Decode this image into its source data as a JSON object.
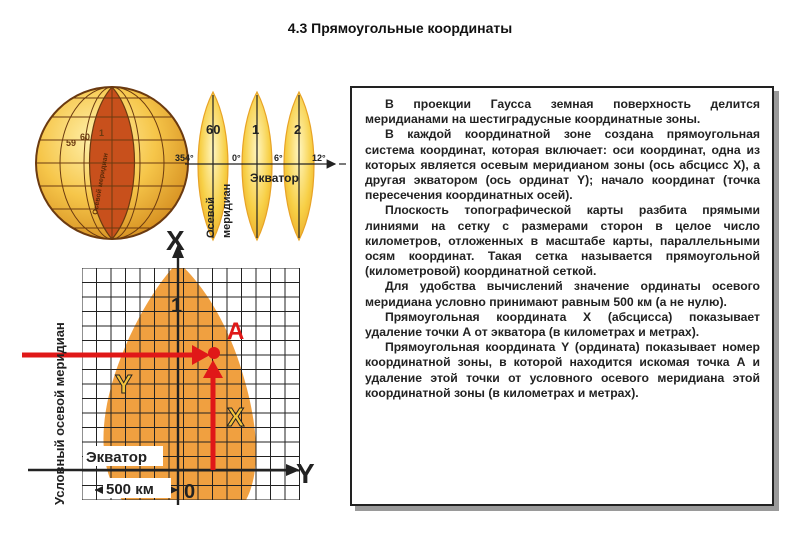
{
  "title": "4.3 Прямоугольные координаты",
  "globe": {
    "zone_numbers": [
      "59",
      "60",
      "1"
    ],
    "meridian_text": "Осевой меридиан"
  },
  "zones": {
    "numbers": [
      "60",
      "1",
      "2"
    ],
    "degrees": [
      "354°",
      "0°",
      "6°",
      "12°"
    ],
    "equator": "Экватор",
    "axial_meridian_line1": "Осевой",
    "axial_meridian_line2": "меридиан"
  },
  "grid": {
    "x_axis": "X",
    "y_axis": "Y",
    "point": "A",
    "one": "1",
    "zero": "0",
    "y_label": "Y",
    "x_label": "X",
    "equator": "Экватор",
    "offset": "500 км",
    "vertical_label": "Условный осевой меридиан"
  },
  "text_paragraphs": [
    "В проекции Гаусса земная поверхность делится меридианами на шестиградусные координатные зоны.",
    "В каждой координатной зоне создана прямоугольная система координат, которая включает: оси координат, одна из которых является осевым меридианом зоны (ось абсцисс X), а другая экватором (ось ординат Y); начало координат (точка пересечения координатных осей).",
    "Плоскость топографической карты разбита прямыми линиями на сетку с размерами сторон в целое число километров, отложенных в масштабе карты, параллельными осям координат. Такая сетка называется прямоугольной (километровой) координатной сеткой.",
    "Для удобства вычислений значение ординаты осевого меридиана условно принимают равным 500 км (а не нулю).",
    "Прямоугольная координата X (абсцисса) показывает удаление точки А от экватора (в километрах и метрах).",
    "Прямоугольная координата Y (ордината) показывает номер координатной зоны, в которой находится искомая точка А и удаление этой точки от условного осевого меридиана этой координатной зоны (в километрах и метрах)."
  ],
  "colors": {
    "globe_yellow": "#f6c64a",
    "zone_orange": "#c8501c",
    "grid_fill": "#f0a040",
    "arrow_red": "#e01818",
    "axis_label_yellow": "#f2c33b"
  }
}
